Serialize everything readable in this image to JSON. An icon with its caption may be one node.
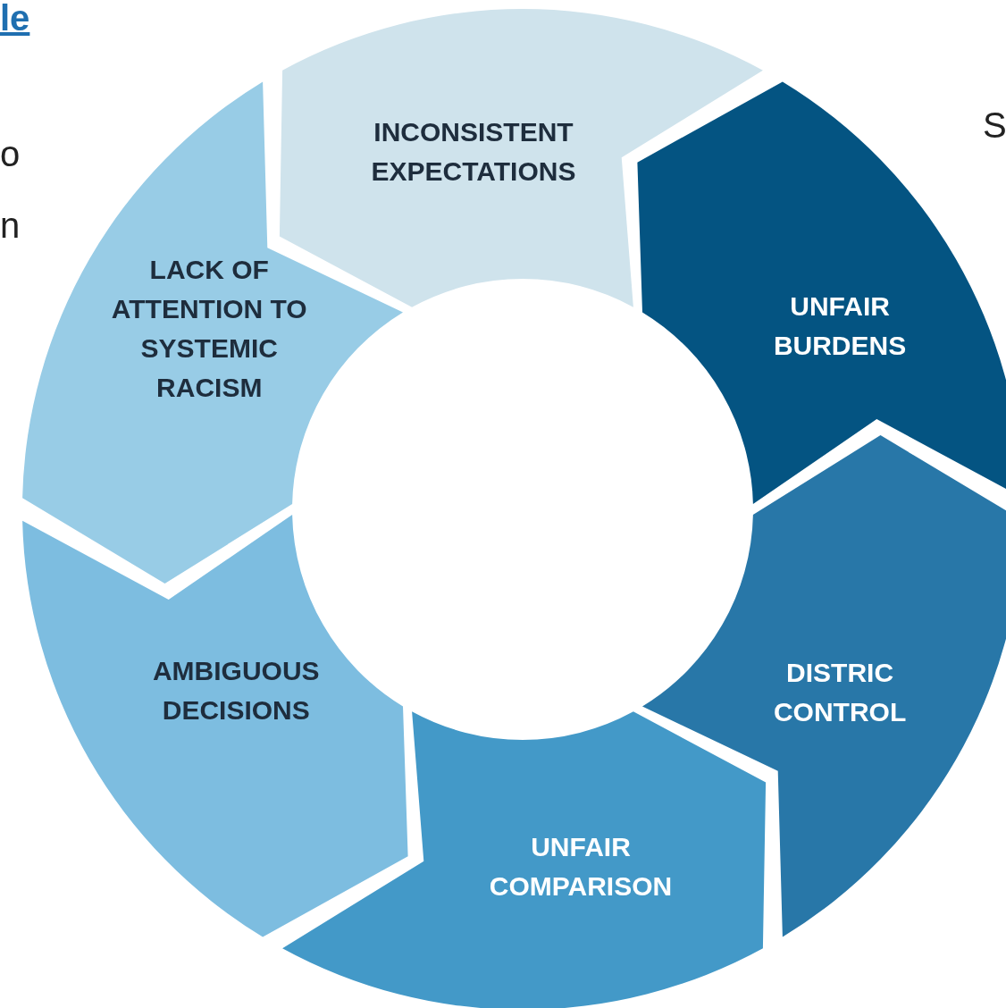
{
  "diagram": {
    "nodes": [
      {
        "text": [
          "INCONSISTENT EXPECTATIONS"
        ]
      },
      {
        "text": [
          "UNFAIR BURDENS"
        ]
      },
      {
        "text": [
          "DISTRIC CONTROL"
        ]
      },
      {
        "text": [
          "UNFAIR COMPARISON"
        ]
      },
      {
        "text": [
          "AMBIGUOUS DECISIONS"
        ]
      },
      {
        "text": [
          "LACK OF ATTENTION TO SYSTEMIC RACISM"
        ]
      }
    ],
    "labels": [
      "le",
      "S",
      "o",
      "n"
    ]
  }
}
